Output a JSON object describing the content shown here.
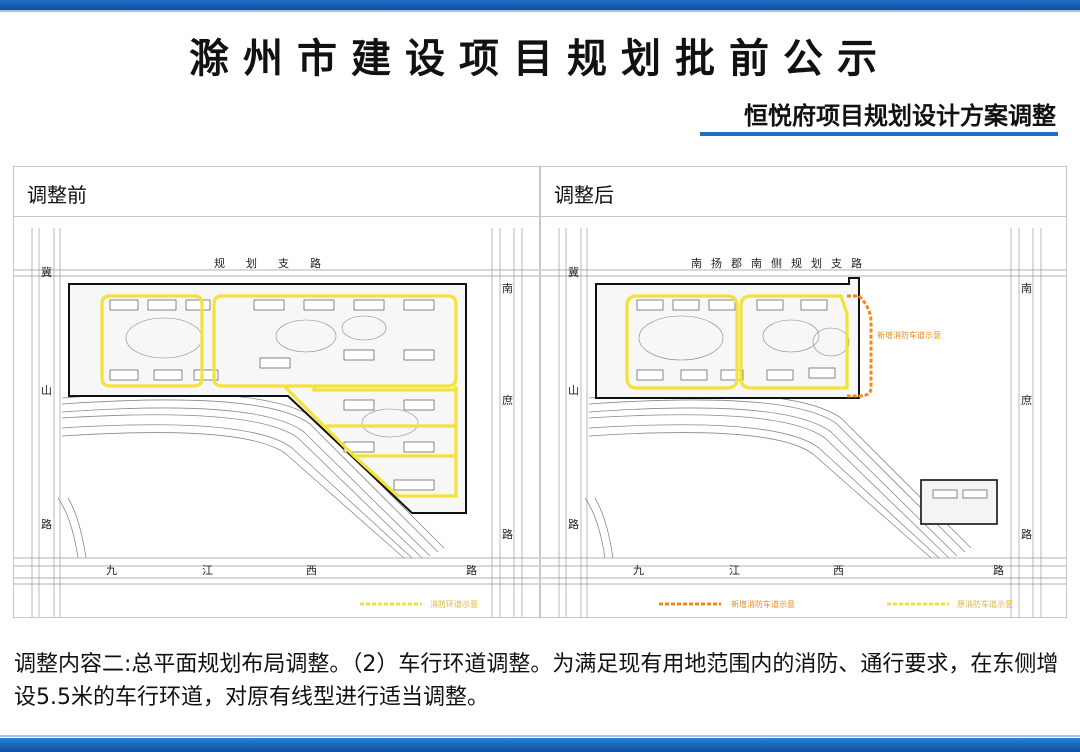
{
  "header": {
    "title": "滁州市建设项目规划批前公示",
    "subtitle": "恒悦府项目规划设计方案调整"
  },
  "panels": {
    "before": {
      "label": "调整前",
      "road_north": [
        "规",
        "划",
        "支",
        "路"
      ],
      "road_west": [
        "冀",
        "山",
        "路"
      ],
      "road_east": [
        "南",
        "庶",
        "路"
      ],
      "road_south": [
        "九",
        "江",
        "西",
        "路"
      ],
      "legend": "消防环道示意"
    },
    "after": {
      "label": "调整后",
      "road_north": [
        "南",
        "扬",
        "郡",
        "南",
        "侧",
        "规",
        "划",
        "支",
        "路"
      ],
      "road_west": [
        "冀",
        "山",
        "路"
      ],
      "road_east": [
        "南",
        "庶",
        "路"
      ],
      "road_south": [
        "九",
        "江",
        "西",
        "路"
      ],
      "annotation": "新增消防车道示意",
      "legend_new": "新增消防车道示意",
      "legend_old": "原消防车道示意"
    }
  },
  "content": {
    "text": "调整内容二:总平面规划布局调整。（2）车行环道调整。为满足现有用地范围内的消防、通行要求，在东侧增设5.5米的车行环道，对原有线型进行适当调整。"
  },
  "colors": {
    "accent_blue": "#1f6fc8",
    "ring_road_yellow": "#f2e23a",
    "new_road_orange": "#f08a1c"
  }
}
